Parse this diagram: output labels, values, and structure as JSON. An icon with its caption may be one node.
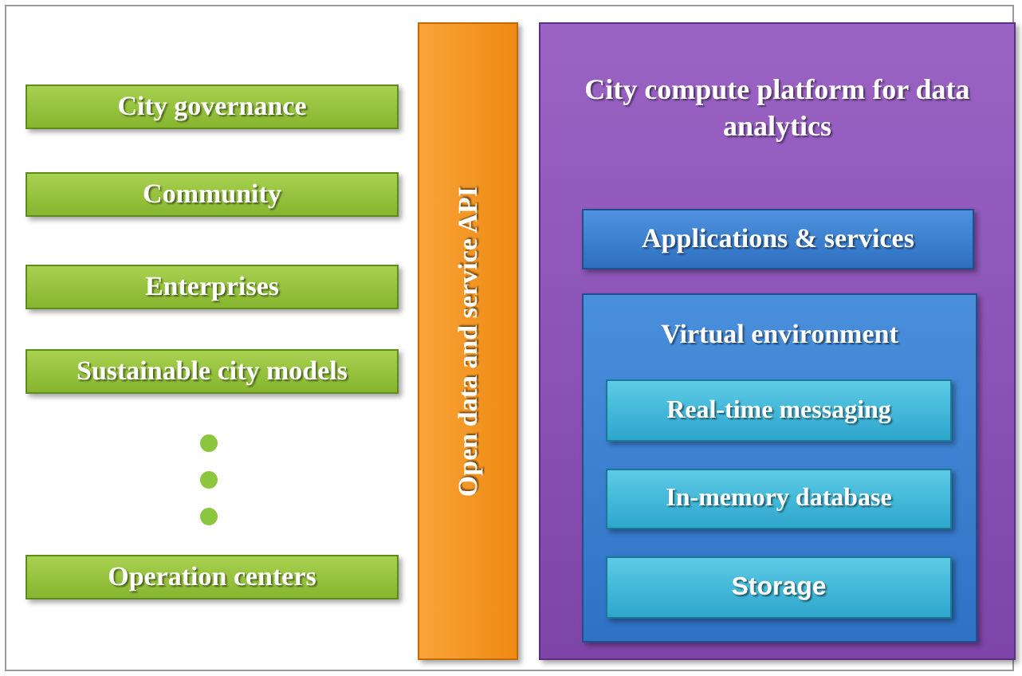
{
  "diagram": {
    "nodes": [
      {
        "text": [
          "City governance"
        ]
      },
      {
        "text": [
          "Community"
        ]
      },
      {
        "text": [
          "Enterprises"
        ]
      },
      {
        "text": [
          "Sustainable city models"
        ]
      },
      {
        "text": [
          "Operation centers"
        ]
      },
      {
        "text": [
          "Open data and service API"
        ]
      },
      {
        "text": [
          "City compute platform for data analytics"
        ]
      },
      {
        "text": [
          "Applications & services"
        ],
        "in": 6
      },
      {
        "text": [
          "Virtual environment"
        ],
        "in": 6
      },
      {
        "text": [
          "Real-time messaging"
        ],
        "in": 8
      },
      {
        "text": [
          "In-memory database"
        ],
        "in": 8
      },
      {
        "text": [
          "Storage"
        ],
        "in": 8
      }
    ],
    "edges": []
  }
}
